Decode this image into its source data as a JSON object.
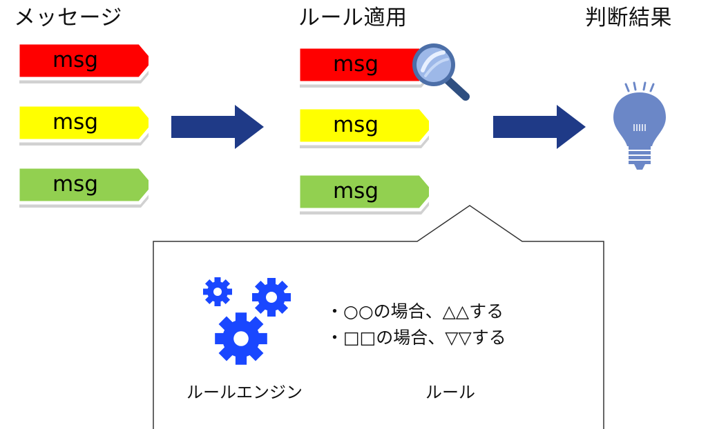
{
  "headings": {
    "messages": "メッセージ",
    "rule_apply": "ルール適用",
    "judgement": "判断結果"
  },
  "messages": [
    {
      "label": "msg",
      "color": "#ff0000"
    },
    {
      "label": "msg",
      "color": "#ffff00"
    },
    {
      "label": "msg",
      "color": "#92d050"
    }
  ],
  "applied_messages": [
    {
      "label": "msg",
      "color": "#ff0000"
    },
    {
      "label": "msg",
      "color": "#ffff00"
    },
    {
      "label": "msg",
      "color": "#92d050"
    }
  ],
  "arrow_color": "#1f3a87",
  "engine": {
    "label": "ルールエンジン",
    "icon": "gears-icon",
    "icon_color": "#1a47ff"
  },
  "rules": {
    "label": "ルール",
    "lines": [
      "・○○の場合、△△する",
      "・□□の場合、▽▽する"
    ]
  },
  "icons": {
    "inspect": "magnifier-icon",
    "result": "lightbulb-icon",
    "bulb_color": "#6b87c7"
  }
}
